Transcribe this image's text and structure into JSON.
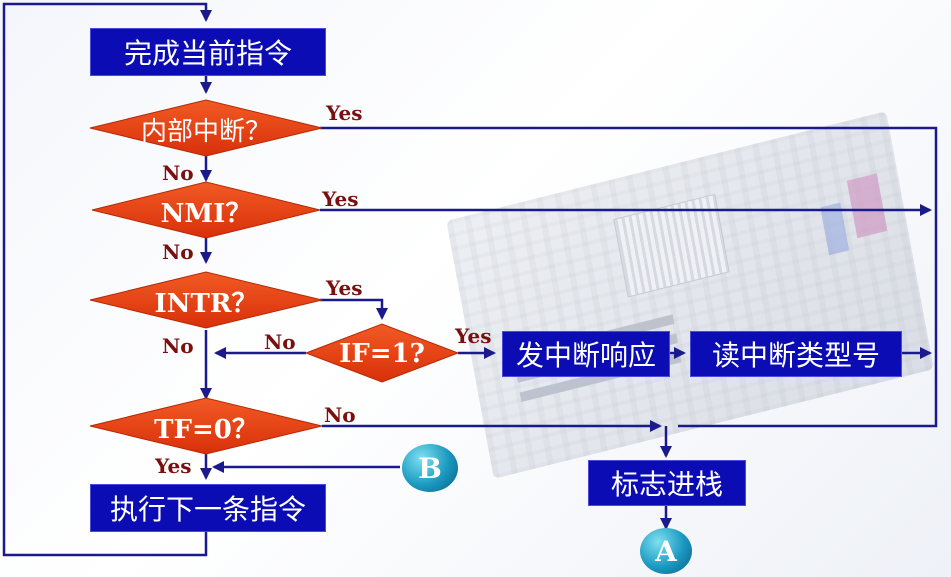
{
  "nodes": {
    "finish": "完成当前指令",
    "internal": "内部中断？",
    "nmi": "NMI？",
    "intr": "INTR？",
    "if1": "IF=1?",
    "tf0": "TF=0？",
    "respond": "发中断响应",
    "read_type": "读中断类型号",
    "exec_next": "执行下一条指令",
    "push_flags": "标志进栈"
  },
  "edges": {
    "internal_yes": "Yes",
    "internal_no": "No",
    "nmi_yes": "Yes",
    "nmi_no": "No",
    "intr_yes": "Yes",
    "intr_no": "No",
    "if_yes": "Yes",
    "if_no": "No",
    "tf_no": "No",
    "tf_yes": "Yes"
  },
  "connectors": {
    "a": "A",
    "b": "B"
  },
  "colors": {
    "line": "#1a1a8c",
    "process_fill": "#0c0cb4",
    "decision_fill": "#e83a10",
    "label": "#7a0f0f",
    "connector": "#1a98c0"
  }
}
